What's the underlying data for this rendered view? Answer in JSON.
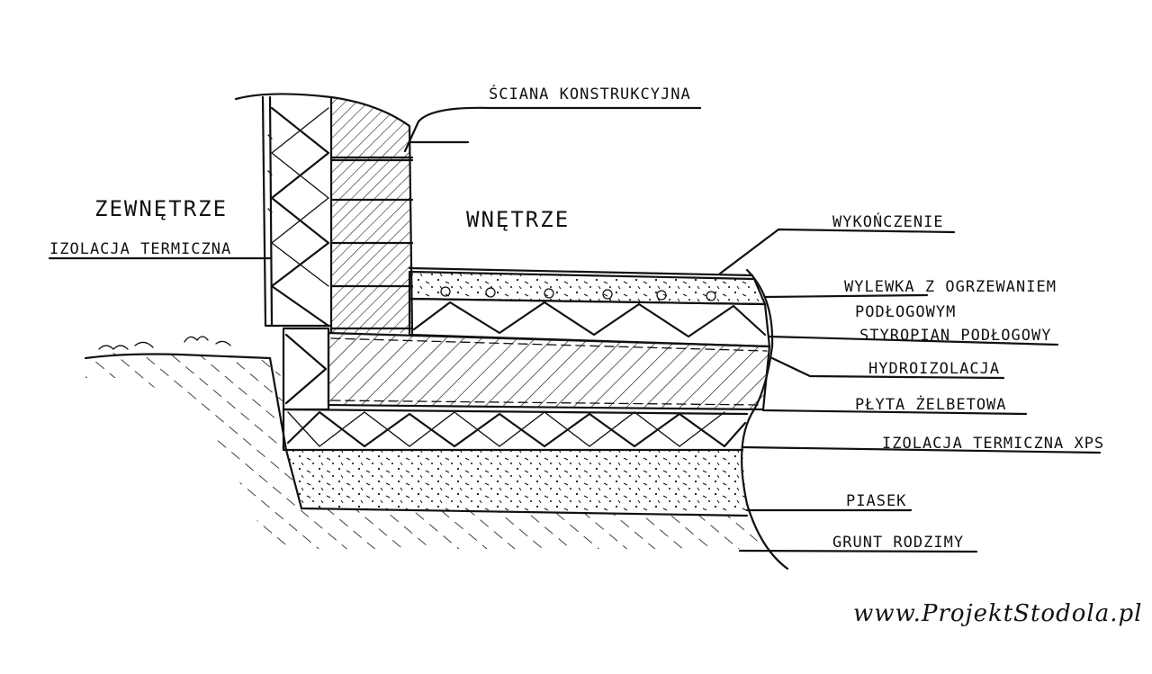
{
  "diagram": {
    "labels": {
      "sciana": "ŚCIANA KONSTRUKCYJNA",
      "zewnetrze": "ZEWNĘTRZE",
      "izolacja_termiczna": "IZOLACJA TERMICZNA",
      "wnetrze": "WNĘTRZE",
      "wykonczenie": "WYKOŃCZENIE",
      "wylewka_line1": "WYLEWKA Z OGRZEWANIEM",
      "wylewka_line2": "PODŁOGOWYM",
      "styropian": "STYROPIAN PODŁOGOWY",
      "hydroizolacja": "HYDROIZOLACJA",
      "plyta": "PŁYTA ŻELBETOWA",
      "xps": "IZOLACJA TERMICZNA XPS",
      "piasek": "PIASEK",
      "grunt": "GRUNT RODZIMY"
    },
    "watermark": "www.ProjektStodola.pl"
  }
}
